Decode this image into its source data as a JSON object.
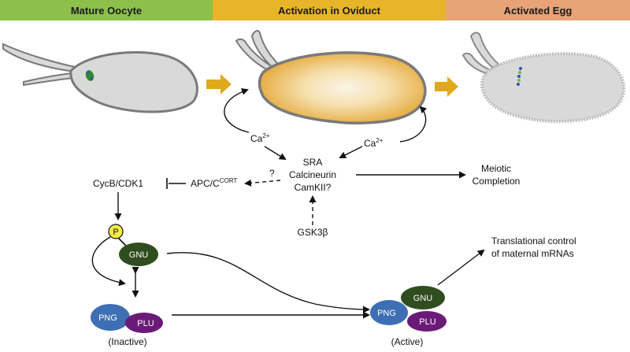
{
  "header": {
    "sections": [
      {
        "label": "Mature Oocyte",
        "color": "#8dc04a"
      },
      {
        "label": "Activation in Oviduct",
        "color": "#e8b52a"
      },
      {
        "label": "Activated Egg",
        "color": "#e8a376"
      }
    ]
  },
  "labels": {
    "ca_left_base": "Ca",
    "ca_left_sup": "2+",
    "ca_right_base": "Ca",
    "ca_right_sup": "2+",
    "sra": "SRA",
    "calcineurin": "Calcineurin",
    "camkii": "CamKII?",
    "question": "?",
    "apc_base": "APC/C",
    "apc_sup": "CORT",
    "cycb": "CycB/CDK1",
    "meiotic_line1": "Meiotic",
    "meiotic_line2": "Completion",
    "gsk": "GSK3β",
    "phospho": "P",
    "gnu": "GNU",
    "png": "PNG",
    "plu": "PLU",
    "inactive": "(Inactive)",
    "gnu_active": "GNU",
    "png_active": "PNG",
    "plu_active": "PLU",
    "active": "(Active)",
    "translational_line1": "Translational control",
    "translational_line2": "of maternal mRNAs"
  },
  "colors": {
    "egg_fill": "#d9d9d9",
    "egg_stroke": "#7a7a7a",
    "transition_arrow": "#e0a91d",
    "gnu": "#2f4d1e",
    "png": "#3e6fb5",
    "plu": "#6b1a78",
    "phospho": "#f7ea4a"
  }
}
